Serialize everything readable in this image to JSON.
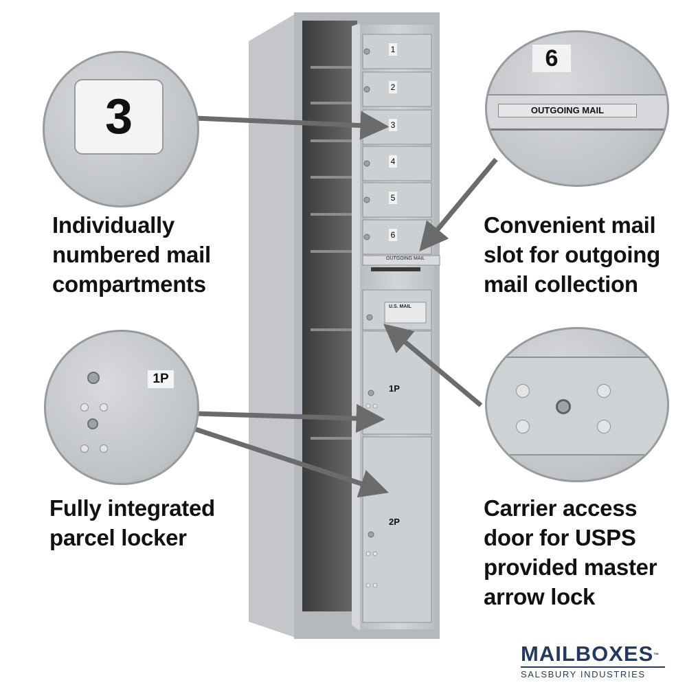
{
  "callouts": {
    "top_left": [
      "Individually",
      "numbered mail",
      "compartments"
    ],
    "top_right": [
      "Convenient mail",
      "slot for outgoing",
      "mail collection"
    ],
    "bottom_left": [
      "Fully integrated",
      "parcel locker"
    ],
    "bottom_right": [
      "Carrier access",
      "door for USPS",
      "provided master",
      "arrow lock"
    ]
  },
  "compartments": [
    "1",
    "2",
    "3",
    "4",
    "5",
    "6"
  ],
  "outgoing_label": "OUTGOING MAIL",
  "usps_plate": "U.S. MAIL",
  "parcel_lockers": [
    "1P",
    "2P"
  ],
  "zoom": {
    "number_tag": "3",
    "slot_number": "6",
    "slot_label": "OUTGOING MAIL",
    "parcel_tag": "1P"
  },
  "brand": {
    "name": "MAILBOXES",
    "tm": "™",
    "sub": "SALSBURY INDUSTRIES"
  },
  "colors": {
    "aluminum": "#c7cacd",
    "arrow": "#6e6e6e",
    "brand": "#233a5e"
  }
}
